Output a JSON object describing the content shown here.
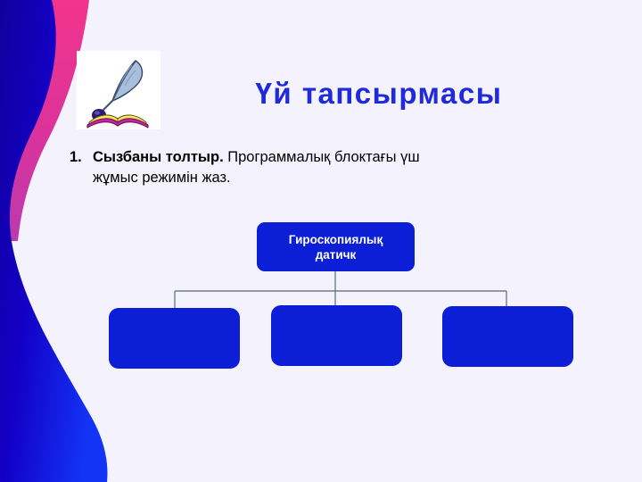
{
  "slide": {
    "title": "Үй тапсырмасы",
    "background_color": "#F3F2FD",
    "title_color": "#1F2ADB",
    "accent_blue": "#0C1FD6",
    "accent_navy": "#1500B0",
    "accent_pink": "#E8318F"
  },
  "clipart": {
    "name": "quill-and-open-book",
    "book_page_color": "#F5E85C",
    "book_cover_color": "#C2289B",
    "quill_color": "#9BB4D6",
    "inkwell_color": "#2B1A6E"
  },
  "task": {
    "number": "1.",
    "lead": "Сызбаны толтыр.",
    "rest": " Программалық блоктағы үш",
    "line2": "жұмыс режимін жаз."
  },
  "diagram": {
    "type": "org-chart",
    "root": {
      "line1": "Гироскопиялық",
      "line2": "датичк"
    },
    "children": [
      {
        "label": ""
      },
      {
        "label": ""
      },
      {
        "label": ""
      }
    ],
    "connector_color": "#5C6A78",
    "node_fill": "#0C1FD6",
    "node_text_color": "#FFFFFF"
  }
}
